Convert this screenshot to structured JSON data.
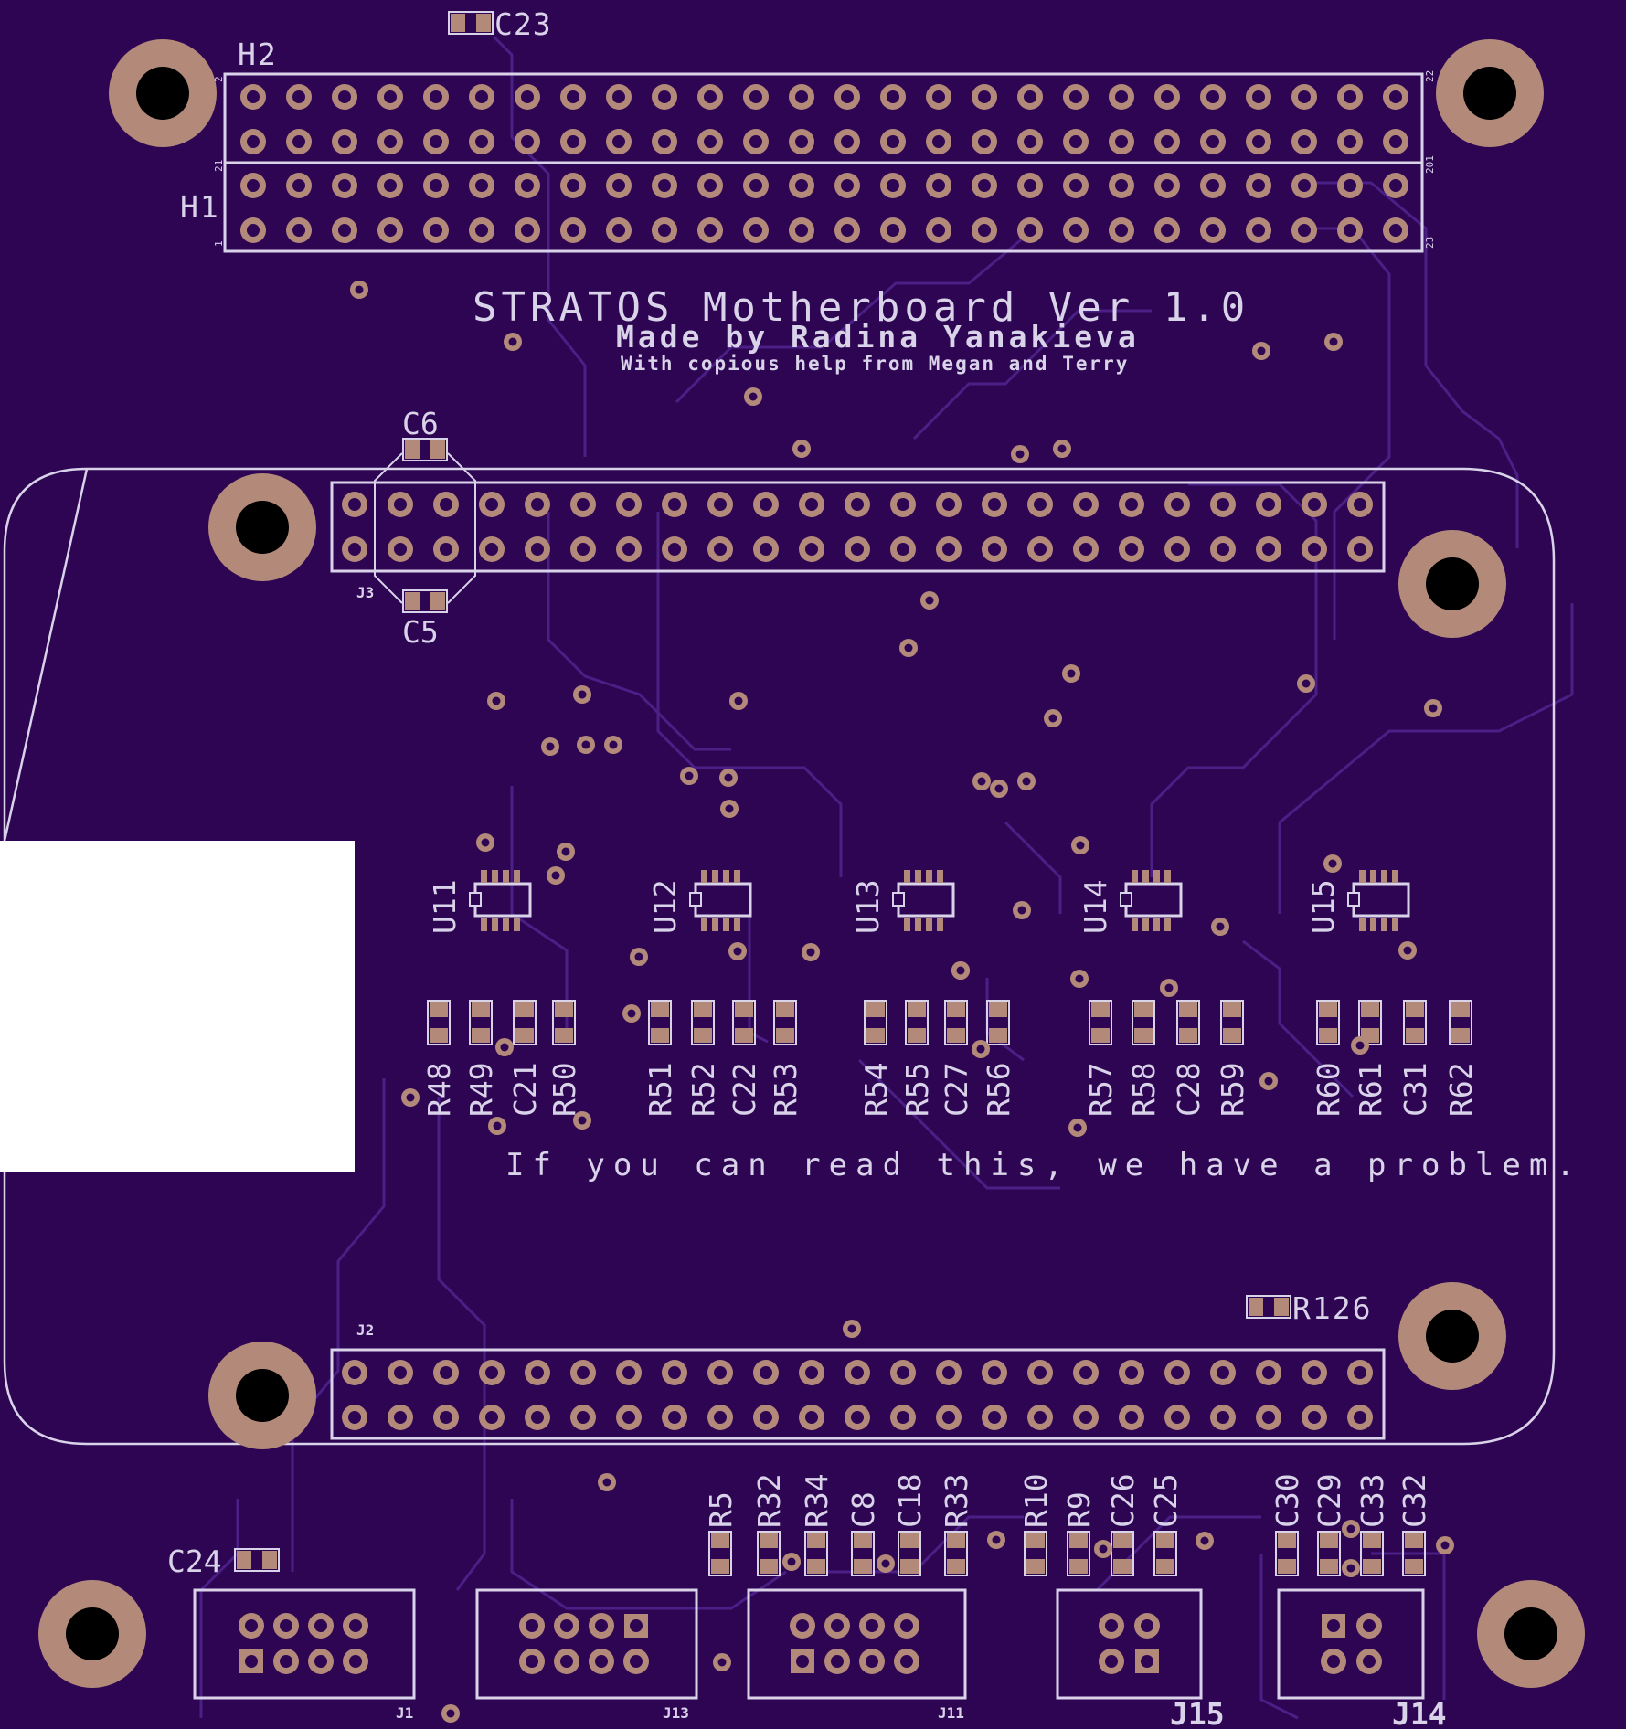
{
  "board": {
    "title": "STRATOS Motherboard Ver 1.0",
    "author": "Made by Radina Yanakieva",
    "credits": "With copious help from Megan and Terry",
    "warning": "If you can read this, we have a problem.",
    "colors": {
      "substrate": "#2e0552",
      "silkscreen": "#d9d3ea",
      "copper": "#b38a7a",
      "trace": "#4a1f86",
      "cutout": "#ffffff"
    }
  },
  "headers": {
    "h2": "H2",
    "h1": "H1",
    "j3": "J3",
    "j2": "J2",
    "h2_pin_left": "2",
    "h2_pin_right": "22",
    "h1_pin_left_top": "21",
    "h1_pin_left_bottom": "1",
    "h1_pin_right_top": "201",
    "h1_pin_right_bottom": "23"
  },
  "chips": [
    "U11",
    "U12",
    "U13",
    "U14",
    "U15"
  ],
  "passive_groups": [
    [
      "R48",
      "R49",
      "C21",
      "R50"
    ],
    [
      "R51",
      "R52",
      "C22",
      "R53"
    ],
    [
      "R54",
      "R55",
      "C27",
      "R56"
    ],
    [
      "R57",
      "R58",
      "C28",
      "R59"
    ],
    [
      "R60",
      "R61",
      "C31",
      "R62"
    ]
  ],
  "bottom_passives": [
    "R5",
    "R32",
    "R34",
    "C8",
    "C18",
    "R33",
    "R10",
    "R9",
    "C26",
    "C25",
    "C30",
    "C29",
    "C33",
    "C32"
  ],
  "caps": {
    "c23": "C23",
    "c6": "C6",
    "c5": "C5",
    "c24": "C24",
    "r126": "R126"
  },
  "connectors": {
    "j1": "J1",
    "j13": "J13",
    "j11": "J11",
    "j15": "J15",
    "j14": "J14"
  }
}
